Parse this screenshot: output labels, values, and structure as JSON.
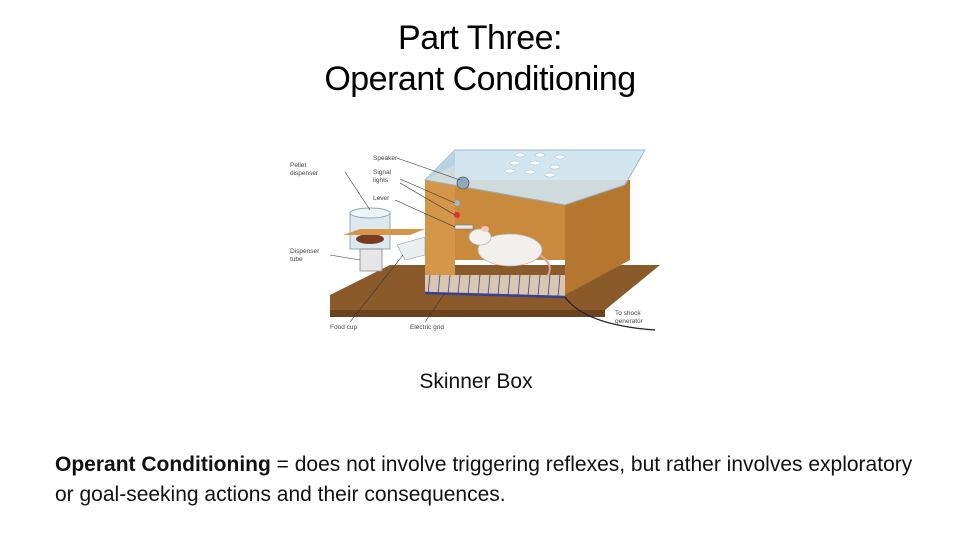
{
  "slide": {
    "title_line1": "Part Three:",
    "title_line2": "Operant Conditioning",
    "caption": "Skinner Box",
    "definition_term": "Operant Conditioning",
    "definition_text": " = does not involve triggering reflexes, but rather involves exploratory or goal-seeking actions and their consequences."
  },
  "figure": {
    "labels": {
      "pellet_dispenser_1": "Pellet",
      "pellet_dispenser_2": "dispenser",
      "speaker": "Speaker",
      "signal_lights_1": "Signal",
      "signal_lights_2": "lights",
      "lever": "Lever",
      "dispenser_tube_1": "Dispenser",
      "dispenser_tube_2": "tube",
      "food_cup": "Food cup",
      "electric_grid": "Electric grid",
      "shock_1": "To shock",
      "shock_2": "generator"
    },
    "colors": {
      "wood": "#c98a3e",
      "wood_dark": "#9c6427",
      "glass": "#cfe3ee",
      "base": "#8a5a2a",
      "grid": "#3b3f8f"
    }
  }
}
